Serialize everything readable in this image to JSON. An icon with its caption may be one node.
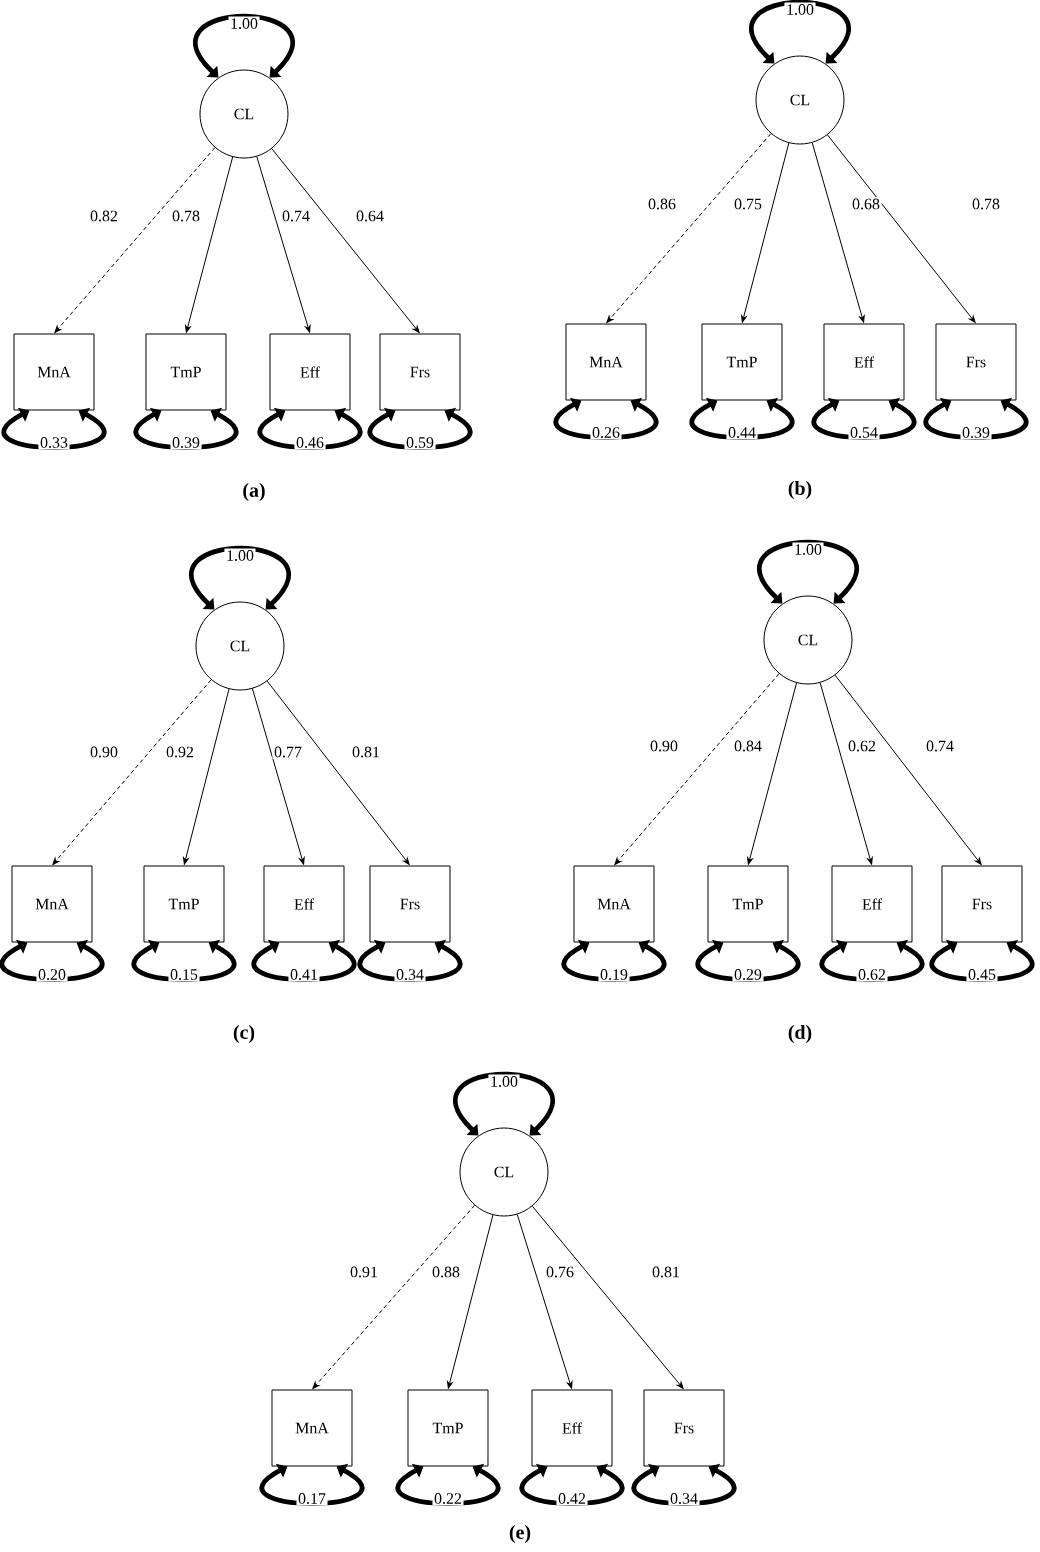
{
  "diagram": {
    "nodes": [
      {
        "text": [
          "CL"
        ]
      },
      {
        "text": [
          "MnA"
        ]
      },
      {
        "text": [
          "TmP"
        ]
      },
      {
        "text": [
          "Eff"
        ]
      },
      {
        "text": [
          "Frs"
        ]
      },
      {
        "text": [
          "CL"
        ]
      },
      {
        "text": [
          "MnA"
        ]
      },
      {
        "text": [
          "TmP"
        ]
      },
      {
        "text": [
          "Eff"
        ]
      },
      {
        "text": [
          "Frs"
        ]
      },
      {
        "text": [
          "CL"
        ]
      },
      {
        "text": [
          "MnA"
        ]
      },
      {
        "text": [
          "TmP"
        ]
      },
      {
        "text": [
          "Eff"
        ]
      },
      {
        "text": [
          "Frs"
        ]
      },
      {
        "text": [
          "CL"
        ]
      },
      {
        "text": [
          "MnA"
        ]
      },
      {
        "text": [
          "TmP"
        ]
      },
      {
        "text": [
          "Eff"
        ]
      },
      {
        "text": [
          "Frs"
        ]
      },
      {
        "text": [
          "CL"
        ]
      },
      {
        "text": [
          "MnA"
        ]
      },
      {
        "text": [
          "TmP"
        ]
      },
      {
        "text": [
          "Eff"
        ]
      },
      {
        "text": [
          "Frs"
        ]
      }
    ],
    "edges": [
      {
        "from": 0,
        "to": 0,
        "arrow": "both",
        "label": "1.00"
      },
      {
        "from": 0,
        "to": 1,
        "arrow": "to",
        "label": "0.82",
        "style": "dashed"
      },
      {
        "from": 0,
        "to": 2,
        "arrow": "to",
        "label": "0.78"
      },
      {
        "from": 0,
        "to": 3,
        "arrow": "to",
        "label": "0.74"
      },
      {
        "from": 0,
        "to": 4,
        "arrow": "to",
        "label": "0.64"
      },
      {
        "from": 1,
        "to": 1,
        "arrow": "both",
        "label": "0.33"
      },
      {
        "from": 2,
        "to": 2,
        "arrow": "both",
        "label": "0.39"
      },
      {
        "from": 3,
        "to": 3,
        "arrow": "both",
        "label": "0.46"
      },
      {
        "from": 4,
        "to": 4,
        "arrow": "both",
        "label": "0.59"
      },
      {
        "from": 5,
        "to": 5,
        "arrow": "both",
        "label": "1.00"
      },
      {
        "from": 5,
        "to": 6,
        "arrow": "to",
        "label": "0.86",
        "style": "dashed"
      },
      {
        "from": 5,
        "to": 7,
        "arrow": "to",
        "label": "0.75"
      },
      {
        "from": 5,
        "to": 8,
        "arrow": "to",
        "label": "0.68"
      },
      {
        "from": 5,
        "to": 9,
        "arrow": "to",
        "label": "0.78"
      },
      {
        "from": 6,
        "to": 6,
        "arrow": "both",
        "label": "0.26"
      },
      {
        "from": 7,
        "to": 7,
        "arrow": "both",
        "label": "0.44"
      },
      {
        "from": 8,
        "to": 8,
        "arrow": "both",
        "label": "0.54"
      },
      {
        "from": 9,
        "to": 9,
        "arrow": "both",
        "label": "0.39"
      },
      {
        "from": 10,
        "to": 10,
        "arrow": "both",
        "label": "1.00"
      },
      {
        "from": 10,
        "to": 11,
        "arrow": "to",
        "label": "0.90",
        "style": "dashed"
      },
      {
        "from": 10,
        "to": 12,
        "arrow": "to",
        "label": "0.92"
      },
      {
        "from": 10,
        "to": 13,
        "arrow": "to",
        "label": "0.77"
      },
      {
        "from": 10,
        "to": 14,
        "arrow": "to",
        "label": "0.81"
      },
      {
        "from": 11,
        "to": 11,
        "arrow": "both",
        "label": "0.20"
      },
      {
        "from": 12,
        "to": 12,
        "arrow": "both",
        "label": "0.15"
      },
      {
        "from": 13,
        "to": 13,
        "arrow": "both",
        "label": "0.41"
      },
      {
        "from": 14,
        "to": 14,
        "arrow": "both",
        "label": "0.34"
      },
      {
        "from": 15,
        "to": 15,
        "arrow": "both",
        "label": "1.00"
      },
      {
        "from": 15,
        "to": 16,
        "arrow": "to",
        "label": "0.90",
        "style": "dashed"
      },
      {
        "from": 15,
        "to": 17,
        "arrow": "to",
        "label": "0.84"
      },
      {
        "from": 15,
        "to": 18,
        "arrow": "to",
        "label": "0.62"
      },
      {
        "from": 15,
        "to": 19,
        "arrow": "to",
        "label": "0.74"
      },
      {
        "from": 16,
        "to": 16,
        "arrow": "both",
        "label": "0.19"
      },
      {
        "from": 17,
        "to": 17,
        "arrow": "both",
        "label": "0.29"
      },
      {
        "from": 18,
        "to": 18,
        "arrow": "both",
        "label": "0.62"
      },
      {
        "from": 19,
        "to": 19,
        "arrow": "both",
        "label": "0.45"
      },
      {
        "from": 20,
        "to": 20,
        "arrow": "both",
        "label": "1.00"
      },
      {
        "from": 20,
        "to": 21,
        "arrow": "to",
        "label": "0.91",
        "style": "dashed"
      },
      {
        "from": 20,
        "to": 22,
        "arrow": "to",
        "label": "0.88"
      },
      {
        "from": 20,
        "to": 23,
        "arrow": "to",
        "label": "0.76"
      },
      {
        "from": 20,
        "to": 24,
        "arrow": "to",
        "label": "0.81"
      },
      {
        "from": 21,
        "to": 21,
        "arrow": "both",
        "label": "0.17"
      },
      {
        "from": 22,
        "to": 22,
        "arrow": "both",
        "label": "0.22"
      },
      {
        "from": 23,
        "to": 23,
        "arrow": "both",
        "label": "0.42"
      },
      {
        "from": 24,
        "to": 24,
        "arrow": "both",
        "label": "0.34"
      }
    ],
    "labels": [
      "(a)",
      "(b)",
      "(c)",
      "(d)",
      "(e)"
    ]
  }
}
